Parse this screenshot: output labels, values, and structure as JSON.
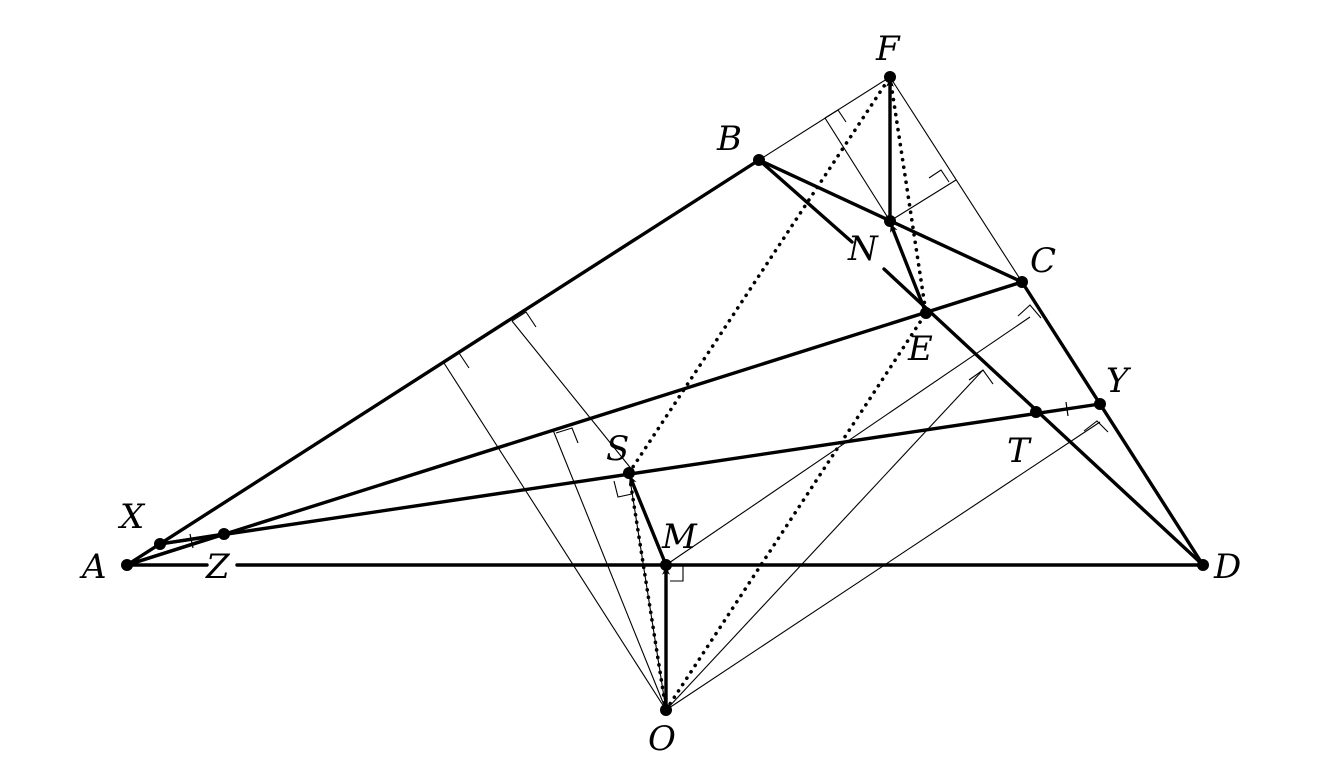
{
  "figure": {
    "point_labels": {
      "A": "A",
      "B": "B",
      "C": "C",
      "D": "D",
      "E": "E",
      "F": "F",
      "M": "M",
      "N": "N",
      "O": "O",
      "S": "S",
      "T": "T",
      "X": "X",
      "Y": "Y",
      "Z": "Z"
    }
  }
}
